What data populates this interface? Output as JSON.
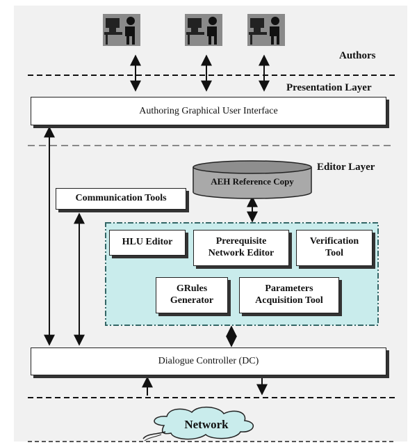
{
  "layers": {
    "authors": "Authors",
    "presentation": "Presentation Layer",
    "editor": "Editor Layer"
  },
  "boxes": {
    "authoring_gui": "Authoring Graphical User  Interface",
    "communication_tools": "Communication Tools",
    "aeh_reference_copy": "AEH Reference Copy",
    "dialogue_controller": "Dialogue Controller (DC)",
    "network": "Network"
  },
  "editor_modules": {
    "hlu_editor": "HLU Editor",
    "prerequisite_editor": [
      "Prerequisite",
      "Network Editor"
    ],
    "verification_tool": [
      "Verification",
      "Tool"
    ],
    "grules_generator": [
      "GRules",
      "Generator"
    ],
    "parameters_tool": [
      "Parameters",
      "Acquisition Tool"
    ]
  },
  "icons": {
    "author_icon": "person-at-computer-icon",
    "author_count": 3
  },
  "colors": {
    "editor_region_fill": "#c9ecec",
    "editor_region_border": "#336666",
    "database_fill": "#a9a9a9",
    "page_background": "#f1f1f1"
  }
}
